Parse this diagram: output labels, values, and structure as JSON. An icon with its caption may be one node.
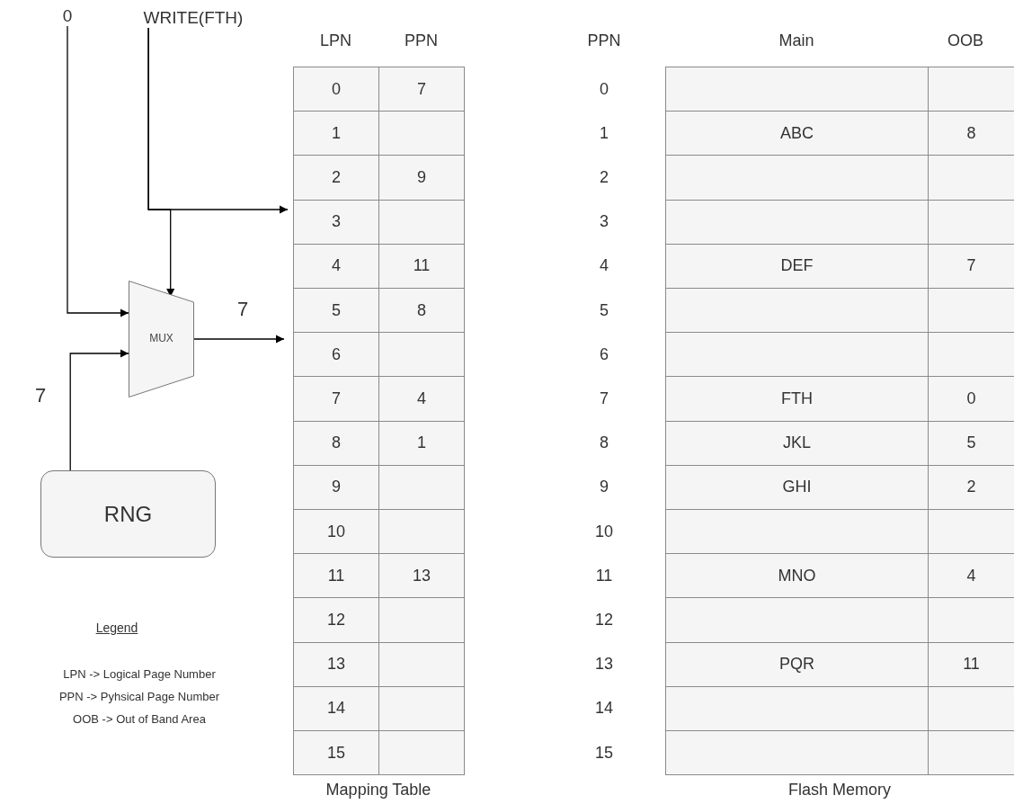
{
  "diagram": {
    "nodes": [
      {
        "text": [
          "0"
        ]
      },
      {
        "text": [
          "WRITE(FTH)"
        ]
      },
      {
        "text": [
          "MUX"
        ]
      },
      {
        "text": [
          "RNG"
        ]
      }
    ],
    "edges": [
      {
        "from": 0,
        "to": 2,
        "arrow": "to"
      },
      {
        "from": 1,
        "to": 2,
        "arrow": "to"
      },
      {
        "from": 1,
        "to": null,
        "arrow": "to"
      },
      {
        "from": 3,
        "to": 2,
        "arrow": "to",
        "label": "7"
      },
      {
        "from": 2,
        "to": null,
        "arrow": "to",
        "label": "7"
      }
    ],
    "labels": [
      "LPN",
      "PPN",
      "PPN",
      "Main",
      "OOB",
      "0",
      "7",
      "0",
      "1",
      "1",
      "ABC",
      "8",
      "2",
      "9",
      "2",
      "3",
      "3",
      "4",
      "11",
      "4",
      "DEF",
      "7",
      "5",
      "8",
      "5",
      "6",
      "6",
      "7",
      "4",
      "7",
      "FTH",
      "0",
      "8",
      "1",
      "8",
      "JKL",
      "5",
      "9",
      "9",
      "GHI",
      "2",
      "10",
      "10",
      "11",
      "13",
      "11",
      "MNO",
      "4",
      "12",
      "12",
      "13",
      "13",
      "PQR",
      "11",
      "14",
      "14",
      "15",
      "15",
      "Legend",
      "LPN -> Logical Page Number",
      "PPN -> Pyhsical Page Number",
      "OOB -> Out of Band Area",
      "Mapping Table",
      "Flash Memory"
    ]
  }
}
